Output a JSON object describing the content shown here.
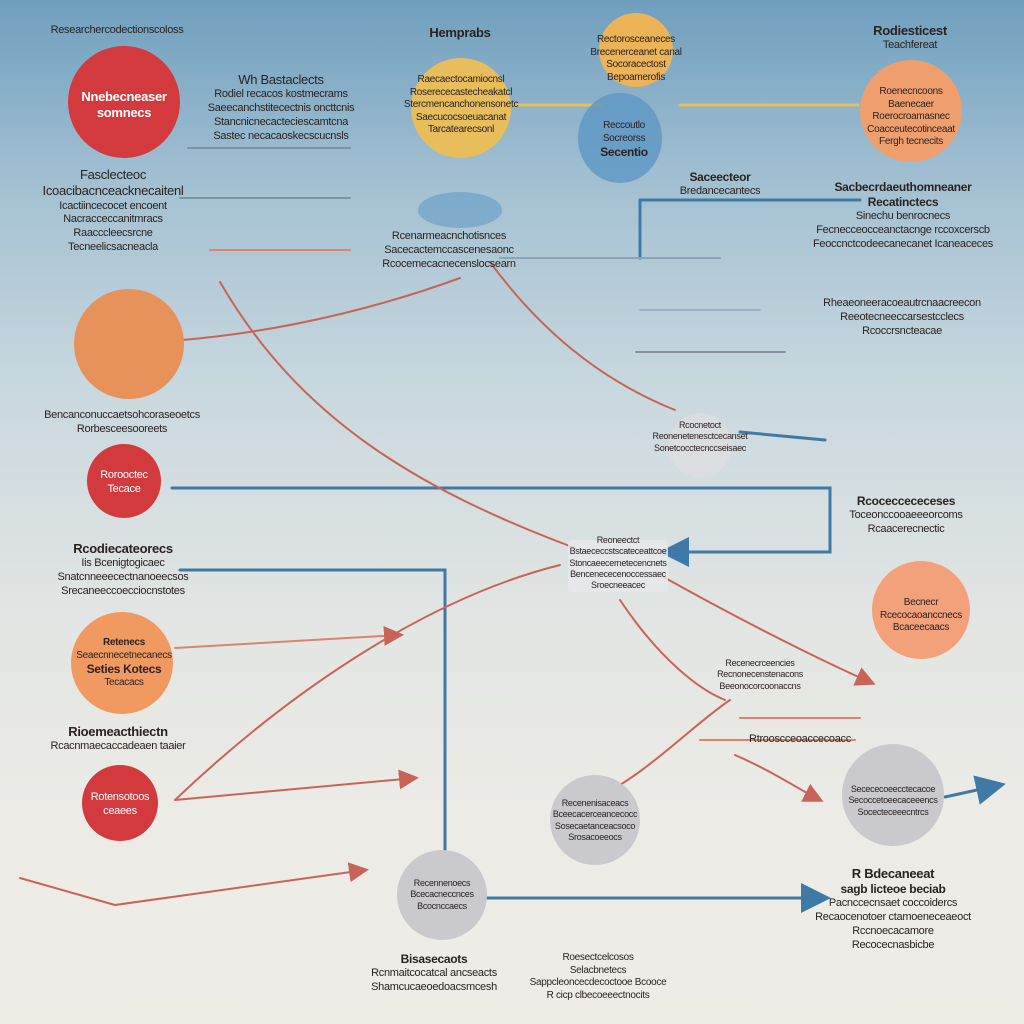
{
  "colors": {
    "red": "#d23a3d",
    "orange": "#ec9463",
    "yellow": "#e8bd5b",
    "gray": "#c9c9ce",
    "blue_line": "#3f7aa6",
    "red_line": "#c86457"
  },
  "top_left_heading": "Researchercodectionscoloss",
  "top_center_heading": "Hemprabs",
  "top_right_heading": {
    "l1": "Rodiesticest",
    "l2": "Teachfereat"
  },
  "node_red_top": {
    "l1": "Nnebecneaser",
    "l2": "somnecs"
  },
  "text_a": {
    "l1": "Wh Bastaclects",
    "l2": "Rodiel recacos kostmecrams",
    "l3": "Saeecanchstitecectnis oncttcnis",
    "l4": "Stancnicnecacteciescamtcna",
    "l5": "Sastec necacaoskecscucnsls"
  },
  "node_yellow_mid": {
    "l1": "Raecaectocamiocnsl",
    "l2": "Roserececastecheakatcl",
    "l3": "Stercmencanchonensonetc",
    "l4": "Saecucocsoeuacanat",
    "l5": "Tarcatearecsonl"
  },
  "node_yellow_top": {
    "l1": "Rectorosceaneces",
    "l2": "Brecenerceanet canal",
    "l3": "Socoracectost",
    "l4": "Bepoamerofis"
  },
  "node_blue_center": {
    "l1": "Reccoutlo",
    "l2": "Socreorss",
    "l3": "Secentio"
  },
  "node_orange_tr": {
    "l1": "Roenecncoons",
    "l2": "Baenecaer",
    "l3": "Roerocroamasnec",
    "l4": "Coacceutecotinceaat",
    "l5": "Fergh tecnecits"
  },
  "text_b": {
    "l1": "Fasclecteoc",
    "l2": "Icoacibacnceacknecaitenl",
    "l3": "Icactiincecocet encoent",
    "l4": "Nacracceccanitmracs",
    "l5": "Raacccleecsrcne",
    "l6": "Tecneelicsacneacla"
  },
  "text_c": {
    "l1": "Saceecteor",
    "l2": "Bredancecantecs"
  },
  "text_d": {
    "l1": "Sacbecrdaeuthomneaner",
    "l2": "Recatinctecs",
    "l3": "Sinechu benrocnecs",
    "l4": "Fecnecceocceanctacnge rccoxcerscb",
    "l5": "Feoccnctcodeecanecanet Icaneaceces"
  },
  "text_e": {
    "l1": "Rcenarmeacnchotisnces",
    "l2": "Sacecactemccascenesaonc",
    "l3": "Rcocemecacnecenslocsearn"
  },
  "text_f": {
    "l1": "Rheaeoneeracoeautrcnaacreecon",
    "l2": "Reeotecneeccarsestcclecs",
    "l3": "Rcoccrsncteacae"
  },
  "text_g": {
    "l1": "Bencanconuccaetsohcoraseoetcs",
    "l2": "Rorbesceesooreets"
  },
  "text_h": {
    "l1": "Rcocnetoct",
    "l2": "Reonenetenesctcecanset",
    "l3": "Sonetcocctecnccseisaec"
  },
  "node_red_mid": {
    "l1": "Rorooctec",
    "l2": "Tecace"
  },
  "text_i": {
    "l1": "Rcodiecateorecs",
    "l2": "Iis Bcenigtogicaec",
    "l3": "Snatcnneeecectnanoeecsos",
    "l4": "Srecaneeccoecciocnstotes"
  },
  "node_orange_left": {
    "l1": "Retenecs",
    "l2": "Seaecnnecetnecanecs",
    "l3": "Seties Kotecs",
    "l4": "Tecacacs"
  },
  "text_j": {
    "l1": "Rioemeacthiectn",
    "l2": "Rcacnmaecaccadeaen taaier"
  },
  "node_red_bottom": {
    "l1": "Rotensotoos",
    "l2": "ceaees"
  },
  "text_center": {
    "l1": "Reoneectct",
    "l2": "Bstaececcstscateceattcoe",
    "l3": "Stoncaeecernetecencnets",
    "l4": "Bencenececenoccessaec",
    "l5": "Sroecneeacec"
  },
  "node_orange_right": {
    "l1": "Becnecr",
    "l2": "Rcecocaoanccnecs",
    "l3": "Bcaceecaacs"
  },
  "text_k": {
    "l1": "Rcoceccececeses",
    "l2": "Toceonccooaeeeorcoms",
    "l3": "Rcaacerecnectic"
  },
  "text_l": {
    "l1": "Rtrooscceoaccecoacc"
  },
  "node_gray_lc": {
    "l1": "Recenenisaceacs",
    "l2": "Bceecacerceancecocc",
    "l3": "Sosecaetanceacsoco",
    "l4": "Srosacoeeocs"
  },
  "node_gray_right": {
    "l1": "Secececoeecctecacoe",
    "l2": "Secoccetoeecaceeencs",
    "l3": "Socecteceeecntrcs"
  },
  "node_gray_bottom": {
    "l1": "Recennenoecs",
    "l2": "Bcecacneccnces",
    "l3": "Bcocnccaecs"
  },
  "text_m": {
    "l1": "R Bdecaneeat",
    "l2": "sagb licteoe beciab",
    "l3": "Pacnccecnsaet coccoidercs",
    "l4": "Recaocenotoer ctamoeneceaeoct",
    "l5": "Rccnoecacamore",
    "l6": "Recocecnasbicbe"
  },
  "text_n": {
    "l1": "Recenecrceencies",
    "l2": "Recnonecenstenacons",
    "l3": "Beeonocorcoonaccns"
  },
  "text_o": {
    "l1": "Bisasecaots",
    "l2": "Rcnmaitcocatcal ancseacts",
    "l3": "Shamcucaeoedoacsmcesh"
  },
  "text_p": {
    "l1": "Roesectcelcosos",
    "l2": "Selacbnetecs",
    "l3": "Sappcleoncecdecoctooe Bcooce",
    "l4": "R cicp clbecoeeectnocits"
  }
}
